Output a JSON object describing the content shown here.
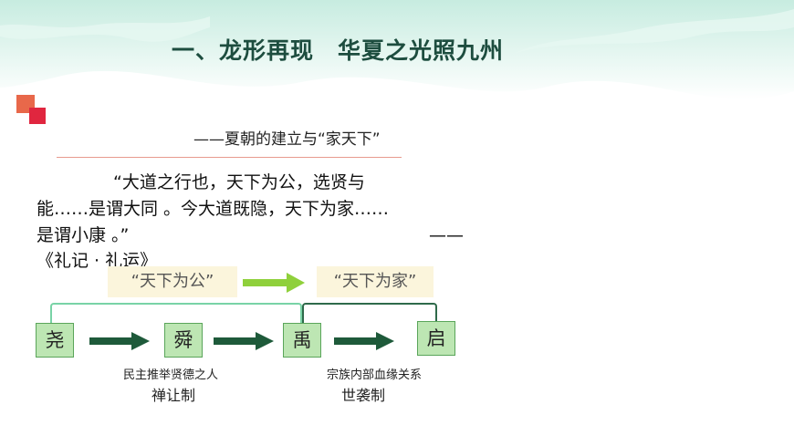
{
  "title": "一、龙形再现　华夏之光照九州",
  "subtitle": "——夏朝的建立与“家天下”",
  "quote": {
    "line1": "“大道之行也，天下为公，选贤与",
    "line2": "能……是谓大同 。今大道既隐，天下为家……",
    "line3": "是谓小康 。”",
    "dash": "——",
    "source": "《礼记 · 礼运》"
  },
  "tags": {
    "public": "“天下为公”",
    "family": "“天下为家”"
  },
  "rulers": [
    "尧",
    "舜",
    "禹",
    "启"
  ],
  "notes": {
    "left_desc": "民主推举贤德之人",
    "left_system": "禅让制",
    "right_desc": "宗族内部血缘关系",
    "right_system": "世袭制"
  },
  "colors": {
    "title": "#1d4d3f",
    "box_fill": "#bde6b3",
    "arrow_dark": "#1e5a3a",
    "arrow_light": "#8fd03b",
    "bracket_left": "#79d3a6",
    "bracket_right": "#2f6a4a"
  }
}
